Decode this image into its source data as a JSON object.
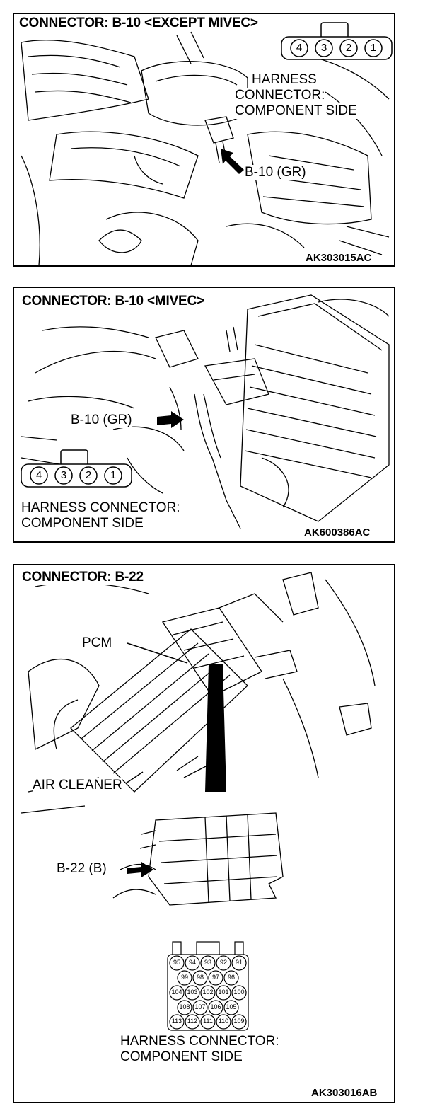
{
  "panels": [
    {
      "title": "CONNECTOR: B-10 <EXCEPT MIVEC>",
      "side_label_lines": [
        "HARNESS",
        "CONNECTOR:",
        "COMPONENT SIDE"
      ],
      "callout": "B-10 (GR)",
      "code": "AK303015AC",
      "pins": [
        "4",
        "3",
        "2",
        "1"
      ]
    },
    {
      "title": "CONNECTOR: B-10 <MIVEC>",
      "callout": "B-10 (GR)",
      "side_label_lines": [
        "HARNESS CONNECTOR:",
        "COMPONENT SIDE"
      ],
      "code": "AK600386AC",
      "pins": [
        "4",
        "3",
        "2",
        "1"
      ]
    },
    {
      "title": "CONNECTOR: B-22",
      "pcm_label": "PCM",
      "air_cleaner_label": "AIR CLEANER",
      "callout": "B-22 (B)",
      "side_label_lines": [
        "HARNESS CONNECTOR:",
        "COMPONENT SIDE"
      ],
      "code": "AK303016AB",
      "pin_rows": [
        [
          "95",
          "94",
          "93",
          "92",
          "91"
        ],
        [
          "99",
          "98",
          "97",
          "96"
        ],
        [
          "104",
          "103",
          "102",
          "101",
          "100"
        ],
        [
          "108",
          "107",
          "106",
          "105"
        ],
        [
          "113",
          "112",
          "111",
          "110",
          "109"
        ]
      ]
    }
  ]
}
